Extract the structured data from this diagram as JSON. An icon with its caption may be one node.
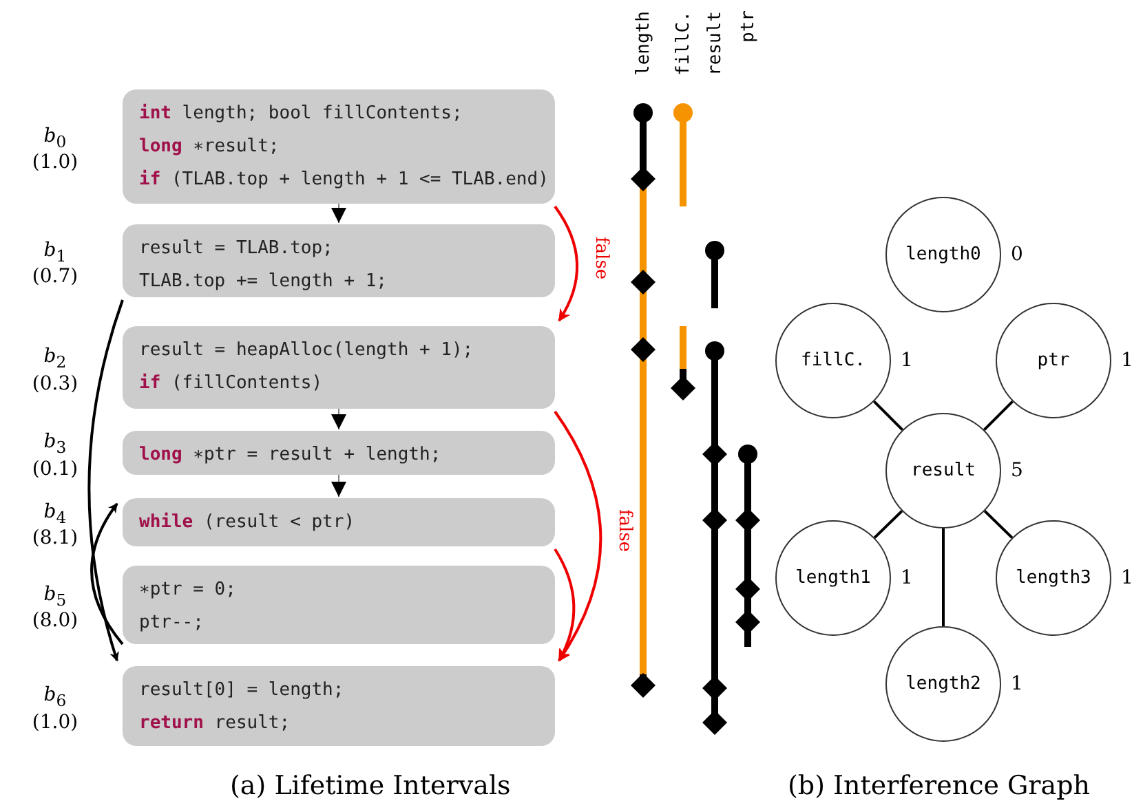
{
  "diagram": {
    "nodes": [
      {
        "text": [
          "**int** length; bool fillContents;",
          "**long** ∗result;",
          "**if** (TLAB.top + length + 1 <= TLAB.end)"
        ],
        "beside": [
          "*b*$_{0}$",
          "(1.0)"
        ]
      },
      {
        "text": [
          "result = TLAB.top;",
          "TLAB.top += length + 1;"
        ],
        "beside": [
          "*b*$_{1}$",
          "(0.7)"
        ]
      },
      {
        "text": [
          "result = heapAlloc(length + 1);",
          "**if** (fillContents)"
        ],
        "beside": [
          "*b*$_{2}$",
          "(0.3)"
        ]
      },
      {
        "text": [
          "**long** ∗ptr = result + length;"
        ],
        "beside": [
          "*b*$_{3}$",
          "(0.1)"
        ]
      },
      {
        "text": [
          "**while** (result < ptr)"
        ],
        "beside": [
          "*b*$_{4}$",
          "(8.1)"
        ]
      },
      {
        "text": [
          "∗ptr = 0;",
          "ptr--;"
        ],
        "beside": [
          "*b*$_{5}$",
          "(8.0)"
        ]
      },
      {
        "text": [
          "result[0] = length;",
          "**return** result;"
        ],
        "beside": [
          "*b*$_{6}$",
          "(1.0)"
        ]
      },
      {
        "text": [
          "length0"
        ],
        "beside": [
          "0"
        ]
      },
      {
        "text": [
          "fillC."
        ],
        "beside": [
          "1"
        ]
      },
      {
        "text": [
          "ptr"
        ],
        "beside": [
          "1"
        ]
      },
      {
        "text": [
          "result"
        ],
        "beside": [
          "5"
        ]
      },
      {
        "text": [
          "length1"
        ],
        "beside": [
          "1"
        ]
      },
      {
        "text": [
          "length3"
        ],
        "beside": [
          "1"
        ]
      },
      {
        "text": [
          "length2"
        ],
        "beside": [
          "1"
        ]
      }
    ],
    "edges": [
      {
        "from": 0,
        "to": 1,
        "arrow": "to"
      },
      {
        "from": 0,
        "to": 2,
        "arrow": "to",
        "label": "false",
        "color": "#ee0000"
      },
      {
        "from": 1,
        "to": 6,
        "arrow": "to"
      },
      {
        "from": 2,
        "to": 3,
        "arrow": "to"
      },
      {
        "from": 2,
        "to": 6,
        "arrow": "to",
        "label": "false",
        "color": "#ee0000"
      },
      {
        "from": 3,
        "to": 4,
        "arrow": "to"
      },
      {
        "from": 4,
        "to": 6,
        "arrow": "to",
        "color": "#ee0000"
      },
      {
        "from": 5,
        "to": 4,
        "arrow": "to"
      },
      {
        "from": 10,
        "to": 8,
        "arrow": "none"
      },
      {
        "from": 10,
        "to": 9,
        "arrow": "none"
      },
      {
        "from": 10,
        "to": 11,
        "arrow": "none"
      },
      {
        "from": 10,
        "to": 12,
        "arrow": "none"
      },
      {
        "from": 10,
        "to": 13,
        "arrow": "none"
      }
    ],
    "labels": [
      "length",
      "fillC.",
      "result",
      "ptr",
      "(a) Lifetime Intervals",
      "(b) Interference Graph"
    ]
  }
}
